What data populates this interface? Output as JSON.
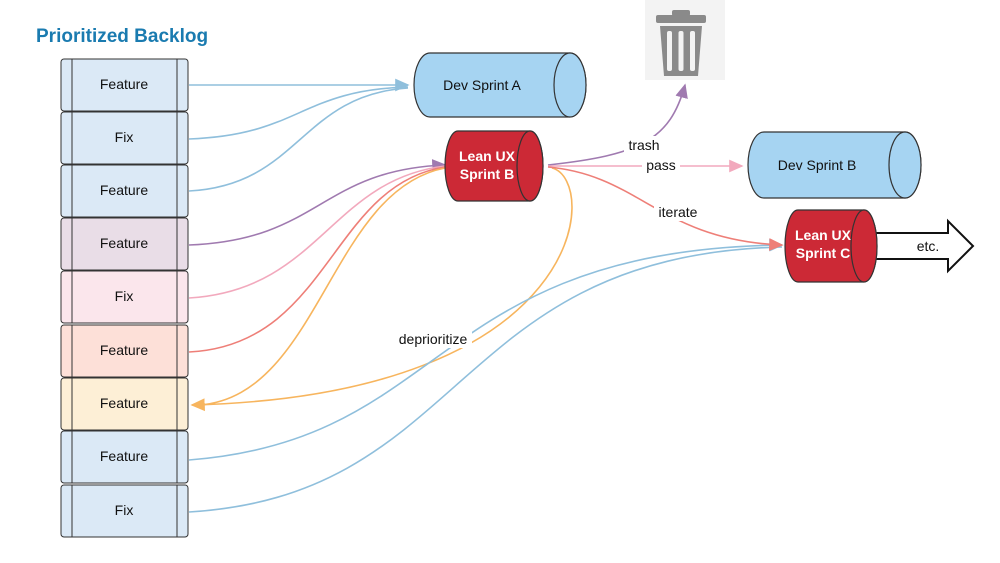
{
  "title": "Prioritized Backlog",
  "backlog": [
    {
      "label": "Feature",
      "fill": "#dbe9f6"
    },
    {
      "label": "Fix",
      "fill": "#dbe9f6"
    },
    {
      "label": "Feature",
      "fill": "#dbe9f6"
    },
    {
      "label": "Feature",
      "fill": "#e9dde7"
    },
    {
      "label": "Fix",
      "fill": "#fbe6ec"
    },
    {
      "label": "Feature",
      "fill": "#fde0d8"
    },
    {
      "label": "Feature",
      "fill": "#fdefd6"
    },
    {
      "label": "Feature",
      "fill": "#dbe9f6"
    },
    {
      "label": "Fix",
      "fill": "#dbe9f6"
    }
  ],
  "sprints": {
    "dev_a": {
      "label": "Dev Sprint A"
    },
    "lean_b": {
      "line1": "Lean UX",
      "line2": "Sprint B"
    },
    "dev_b": {
      "label": "Dev Sprint B"
    },
    "lean_c": {
      "line1": "Lean UX",
      "line2": "Sprint C"
    }
  },
  "edge_labels": {
    "trash": "trash",
    "pass": "pass",
    "iterate": "iterate",
    "deprioritize": "deprioritize",
    "etc": "etc."
  },
  "icons": {
    "trash": "trash-can-icon"
  },
  "colors": {
    "blue_line": "#8fbfdc",
    "purple_line": "#a07ab0",
    "pink_line": "#f2a9bd",
    "red_line": "#ee7f78",
    "orange_line": "#f7b55e",
    "dev_fill": "#a6d4f2",
    "lean_fill": "#cc2936",
    "title": "#1a7bb0"
  }
}
